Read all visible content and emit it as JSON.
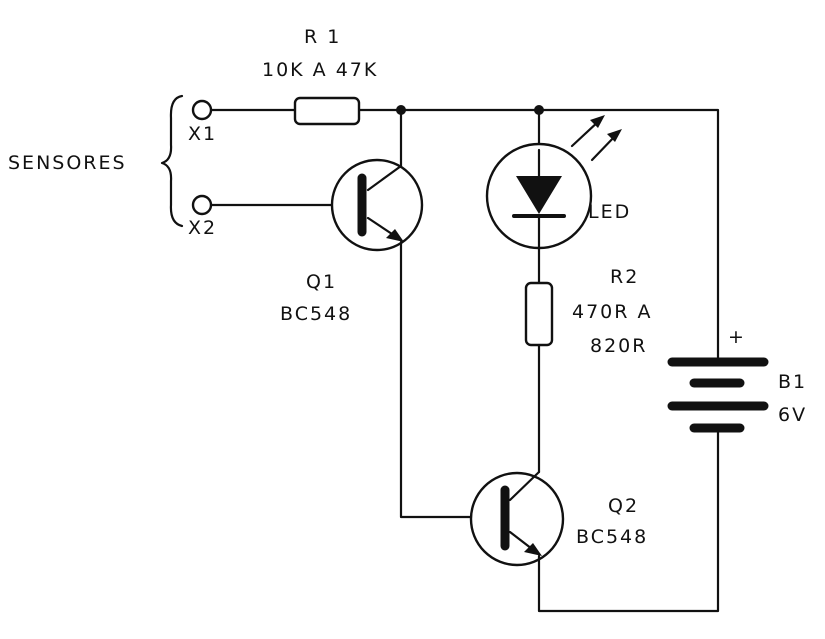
{
  "labels": {
    "r1_name": "R 1",
    "r1_value": "10K A 47K",
    "sensores": "SENSORES",
    "x1": "X1",
    "x2": "X2",
    "q1_name": "Q1",
    "q1_part": "BC548",
    "led": "LED",
    "r2_name": "R2",
    "r2_value_1": "470R A",
    "r2_value_2": "820R",
    "b1_name": "B1",
    "b1_value": "6V",
    "b1_plus": "+",
    "q2_name": "Q2",
    "q2_part": "BC548"
  }
}
